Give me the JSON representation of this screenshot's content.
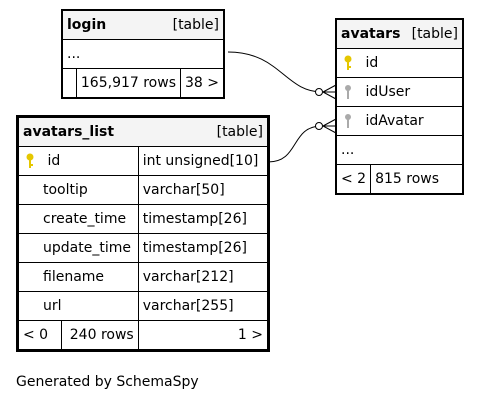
{
  "tables": {
    "login": {
      "title": "login",
      "kind": "[table]",
      "ellipsis": "...",
      "rows_label": "165,917 rows",
      "children_label": "38 >"
    },
    "avatars": {
      "title": "avatars",
      "kind": "[table]",
      "columns": [
        {
          "name": "id",
          "key": "primary"
        },
        {
          "name": "idUser",
          "key": "foreign"
        },
        {
          "name": "idAvatar",
          "key": "foreign"
        }
      ],
      "ellipsis": "...",
      "parents_label": "< 2",
      "rows_label": "815 rows"
    },
    "avatars_list": {
      "title": "avatars_list",
      "kind": "[table]",
      "columns": [
        {
          "name": "id",
          "type": "int unsigned[10]",
          "key": "primary"
        },
        {
          "name": "tooltip",
          "type": "varchar[50]"
        },
        {
          "name": "create_time",
          "type": "timestamp[26]"
        },
        {
          "name": "update_time",
          "type": "timestamp[26]"
        },
        {
          "name": "filename",
          "type": "varchar[212]"
        },
        {
          "name": "url",
          "type": "varchar[255]"
        }
      ],
      "parents_label": "< 0",
      "rows_label": "240 rows",
      "children_label": "1 >"
    }
  },
  "colors": {
    "primary_key": "#e5c700",
    "foreign_key": "#aaaaaa",
    "header_bg": "#f4f4f4"
  },
  "footer": "Generated by SchemaSpy"
}
